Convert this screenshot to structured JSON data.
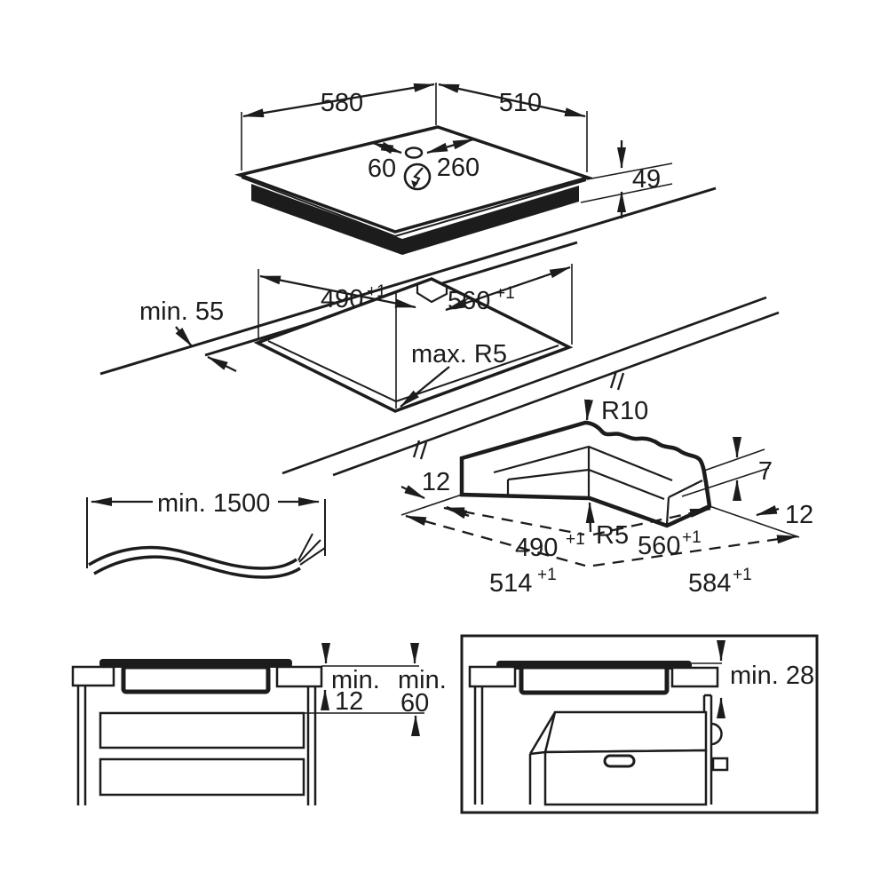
{
  "diagram": {
    "hob": {
      "width": "580",
      "depth": "510",
      "connection_offset_left": "60",
      "connection_offset_right": "260",
      "height": "49",
      "power_icon": "lightning-bolt-in-circle"
    },
    "worktop_cutout": {
      "front_clearance": "min. 55",
      "cutout_width": "490",
      "cutout_width_tolerance": "+1",
      "cutout_depth": "560",
      "cutout_depth_tolerance": "+1",
      "corner_radius": "max. R5"
    },
    "flush_recess": {
      "outer_corner_radius": "R10",
      "step_depth": "7",
      "ledge_width_left": "12",
      "ledge_width_right": "12",
      "inner_corner_radius": "R5",
      "inner_width": "490",
      "inner_width_tolerance": "+1",
      "inner_depth": "560",
      "inner_depth_tolerance": "+1",
      "outer_width": "514",
      "outer_width_tolerance": "+1",
      "outer_depth": "584",
      "outer_depth_tolerance": "+1"
    },
    "power_cable": {
      "length": "min. 1500"
    },
    "drawer_installation": {
      "clearance_1_word": "min.",
      "clearance_1_value": "12",
      "clearance_2_word": "min.",
      "clearance_2_value": "60"
    },
    "oven_installation": {
      "clearance": "min. 28"
    }
  }
}
